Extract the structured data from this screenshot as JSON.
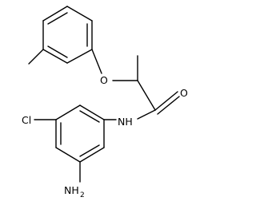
{
  "structure": {
    "atom_labels": {
      "oxygen_ether": "O",
      "oxygen_carbonyl": "O",
      "amide_nh": "NH",
      "chlorine": "Cl",
      "amine": "NH",
      "amine_subscript": "2"
    },
    "colors": {
      "bond": "#000000",
      "label": "#000000",
      "background": "#ffffff"
    }
  }
}
